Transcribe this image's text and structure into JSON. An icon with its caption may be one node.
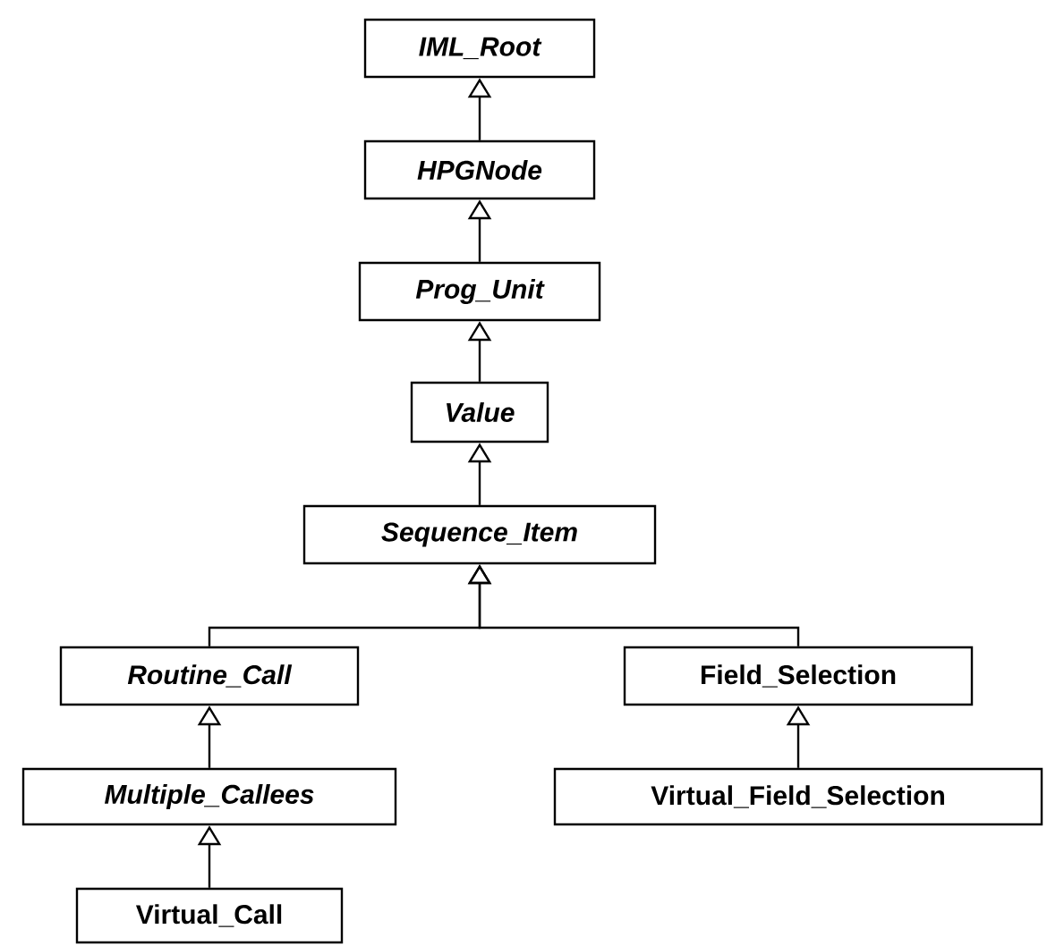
{
  "diagram": {
    "nodes": [
      {
        "text": [
          "IML_Root"
        ]
      },
      {
        "text": [
          "HPGNode"
        ]
      },
      {
        "text": [
          "Prog_Unit"
        ]
      },
      {
        "text": [
          "Value"
        ]
      },
      {
        "text": [
          "Sequence_Item"
        ]
      },
      {
        "text": [
          "Routine_Call"
        ]
      },
      {
        "text": [
          "Field_Selection"
        ]
      },
      {
        "text": [
          "Multiple_Callees"
        ]
      },
      {
        "text": [
          "Virtual_Field_Selection"
        ]
      },
      {
        "text": [
          "Virtual_Call"
        ]
      }
    ],
    "edges": [
      {
        "from": 1,
        "to": 0,
        "arrow": "to"
      },
      {
        "from": 2,
        "to": 1,
        "arrow": "to"
      },
      {
        "from": 3,
        "to": 2,
        "arrow": "to"
      },
      {
        "from": 4,
        "to": 3,
        "arrow": "to"
      },
      {
        "from": 5,
        "to": 4,
        "arrow": "to"
      },
      {
        "from": 6,
        "to": 4,
        "arrow": "to"
      },
      {
        "from": 7,
        "to": 5,
        "arrow": "to"
      },
      {
        "from": 8,
        "to": 6,
        "arrow": "to"
      },
      {
        "from": 9,
        "to": 7,
        "arrow": "to"
      }
    ]
  }
}
